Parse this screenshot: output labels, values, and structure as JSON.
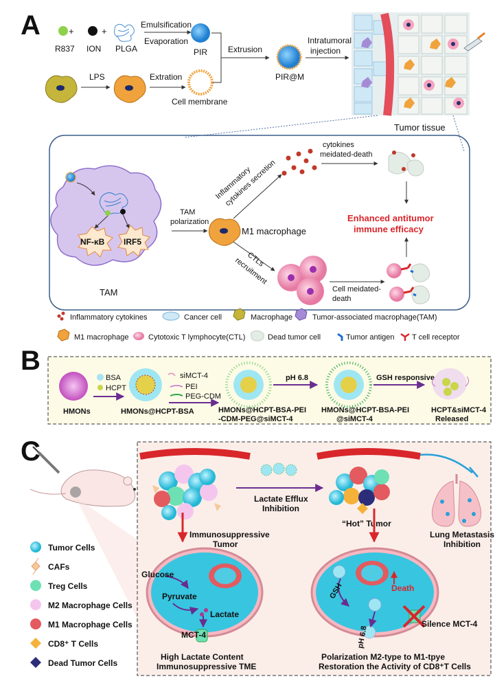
{
  "panelA": {
    "letter": "A",
    "r837": "R837",
    "ion": "ION",
    "plga": "PLGA",
    "emulsification": "Emulsification",
    "evaporation": "Evaporation",
    "pir": "PIR",
    "lps": "LPS",
    "extration": "Extration",
    "cell_membrane": "Cell membrane",
    "extrusion": "Extrusion",
    "pirm": "PIR@M",
    "intratumoral_1": "Intratumoral",
    "intratumoral_2": "injection",
    "tumor_tissue": "Tumor tissue",
    "inflam_1": "Inflammatory",
    "inflam_2": "cytokines secretion",
    "cyto_death_1": "cytokines",
    "cyto_death_2": "meidated-death",
    "tam_pol_1": "TAM",
    "tam_pol_2": "polarization",
    "m1": "M1 macrophage",
    "nfkb": "NF-κB",
    "irf5": "IRF5",
    "tam": "TAM",
    "enhanced_1": "Enhanced antitumor",
    "enhanced_2": "immune efficacy",
    "ctls_1": "CTLs",
    "ctls_2": "recruitment",
    "cell_death_1": "Cell meidated-",
    "cell_death_2": "death",
    "legend": [
      "Inflammatory cytokines",
      "Cancer cell",
      "Macrophage",
      "Tumor-associated macrophage(TAM)",
      "M1 macrophage",
      "Cytotoxic T lymphocyte(CTL)",
      "Dead tumor cell",
      "Tumor antigen",
      "T cell receptor"
    ]
  },
  "panelB": {
    "letter": "B",
    "hmons": "HMONs",
    "bsa": "BSA",
    "hcpt": "HCPT",
    "hmons_hcpt_bsa": "HMONs@HCPT-BSA",
    "simct4": "siMCT-4",
    "pei": "PEI",
    "peg_cdm": "PEG-CDM",
    "step3_1": "HMONs@HCPT-BSA-PEI",
    "step3_2": "-CDM-PEG@siMCT-4",
    "ph": "pH 6.8",
    "step4_1": "HMONs@HCPT-BSA-PEI",
    "step4_2": "@siMCT-4",
    "gsh": "GSH responsive",
    "step5_1": "HCPT&siMCT-4",
    "step5_2": "Released"
  },
  "panelC": {
    "letter": "C",
    "legend": [
      "Tumor Cells",
      "CAFs",
      "Treg Cells",
      "M2 Macrophage Cells",
      "M1 Macrophage Cells",
      "CD8⁺ T Cells",
      "Dead Tumor Cells"
    ],
    "lactate_1": "Lactate Efflux",
    "lactate_2": "Inhibition",
    "immuno_1": "Immunosuppressive",
    "immuno_2": "Tumor",
    "hot": "“Hot” Tumor",
    "lung_1": "Lung Metastasis",
    "lung_2": "Inhibition",
    "glucose": "Glucose",
    "pyruvate": "Pyruvate",
    "lactate": "Lactate",
    "mct4": "MCT-4",
    "gsh": "GSH",
    "death": "Death",
    "ph": "pH 6.8",
    "silence": "Silence MCT-4",
    "cap_left_1": "High Lactate Content",
    "cap_left_2": "Immunosuppressive TME",
    "cap_right_1": "Polarization M2-type to M1-tpye",
    "cap_right_2": "Restoration the Activity of CD8⁺T Cells"
  }
}
